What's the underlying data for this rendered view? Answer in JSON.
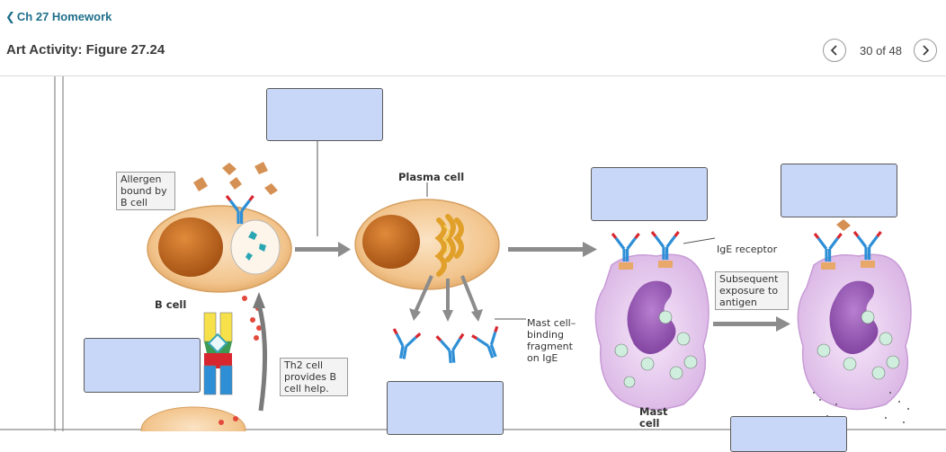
{
  "header": {
    "back_label": "Ch 27 Homework",
    "title": "Art Activity: Figure 27.24",
    "pager_text": "30 of 48",
    "prev_icon": "chevron-left-icon",
    "next_icon": "chevron-right-icon"
  },
  "figure": {
    "labels": {
      "allergen": "Allergen bound by B cell",
      "b_cell": "B cell",
      "plasma_cell": "Plasma cell",
      "th2": "Th2 cell provides B cell help.",
      "mast_fragment": "Mast cell–binding fragment on IgE",
      "ige_receptor": "IgE receptor",
      "subsequent": "Subsequent exposure to antigen",
      "mast_cell": "Mast cell"
    }
  },
  "colors": {
    "drop_box": "#c8d7f7",
    "link": "#1f6f8b",
    "cell_body": "#f2c48c",
    "nucleus": "#c76a1f",
    "mast_cell": "#e4c6ec",
    "antibody": "#2e8fd6",
    "antibody_tip": "#d8262f"
  }
}
